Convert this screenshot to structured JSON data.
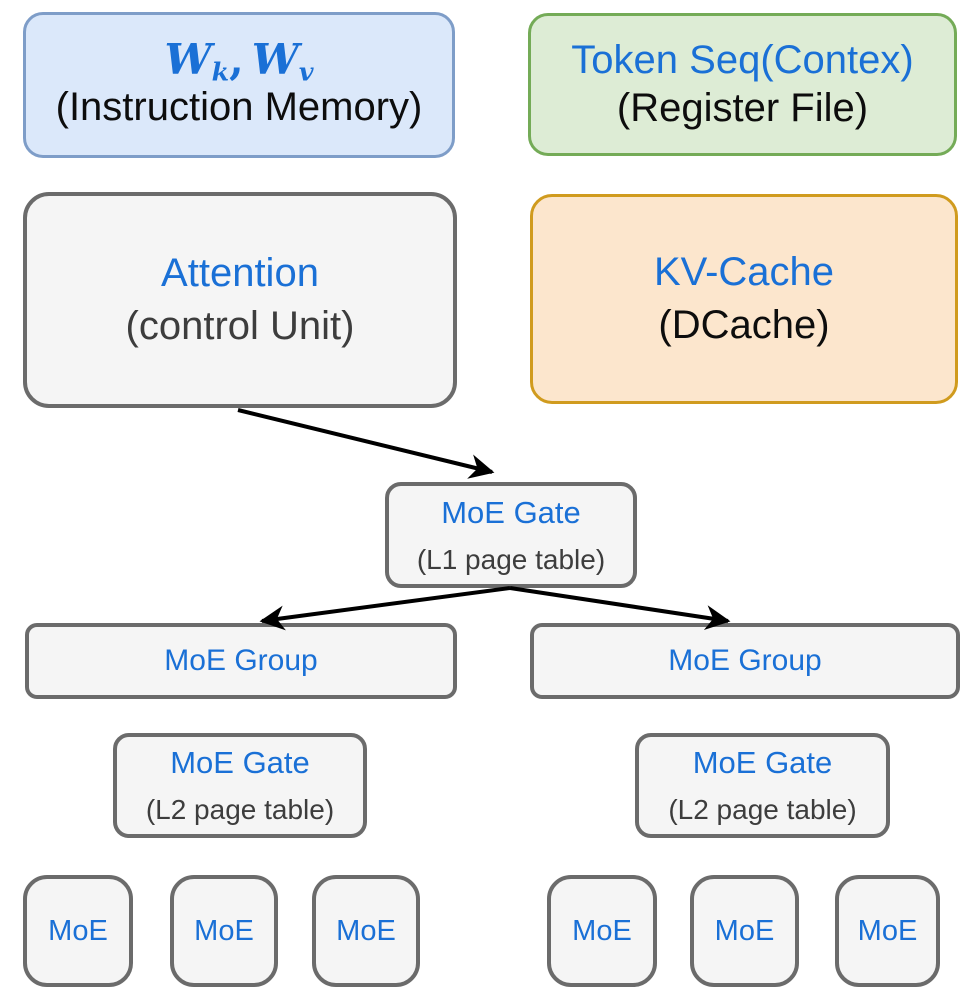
{
  "colors": {
    "node_title_blue": "#1a70d6",
    "subtitle_black": "#0d0d0d",
    "subtitle_gray": "#3d3d3d",
    "weights_fill": "#dbe8fa",
    "weights_border": "#7e9dc8",
    "token_fill": "#ddecd5",
    "token_border": "#74ab57",
    "kv_fill": "#fce6cd",
    "kv_border": "#d09b1e",
    "neutral_fill": "#f5f5f5",
    "neutral_border": "#6b6b6b",
    "arrow": "#000000"
  },
  "diagram": {
    "weights": {
      "symbol_1": "W",
      "symbol_1_sub": "k",
      "separator": ",",
      "symbol_2": "W",
      "symbol_2_sub": "v",
      "subtitle": "(Instruction Memory)"
    },
    "token_seq": {
      "title": "Token Seq(Contex)",
      "subtitle": "(Register File)"
    },
    "attention": {
      "title": "Attention",
      "subtitle": "(control Unit)"
    },
    "kv_cache": {
      "title": "KV-Cache",
      "subtitle": "(DCache)"
    },
    "moe_gate_l1": {
      "title": "MoE Gate",
      "subtitle": "(L1 page table)"
    },
    "moe_group_left": {
      "title": "MoE Group"
    },
    "moe_group_right": {
      "title": "MoE Group"
    },
    "moe_gate_l2_left": {
      "title": "MoE Gate",
      "subtitle": "(L2 page table)"
    },
    "moe_gate_l2_right": {
      "title": "MoE Gate",
      "subtitle": "(L2 page table)"
    },
    "experts_left": [
      "MoE",
      "MoE",
      "MoE"
    ],
    "experts_right": [
      "MoE",
      "MoE",
      "MoE"
    ],
    "edges": [
      {
        "from": "attention",
        "to": "moe-gate-l1"
      },
      {
        "from": "moe-gate-l1",
        "to": "moe-group-left"
      },
      {
        "from": "moe-gate-l1",
        "to": "moe-group-right"
      }
    ]
  }
}
